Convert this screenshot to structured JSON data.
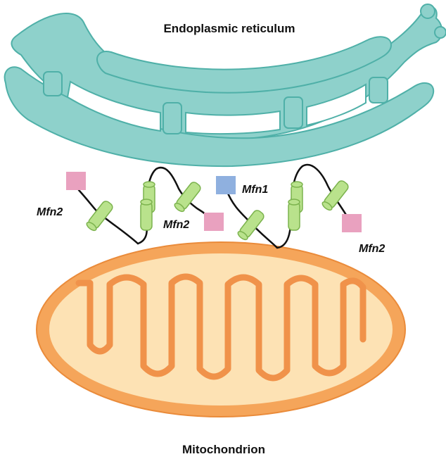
{
  "labels": {
    "er": "Endoplasmic reticulum",
    "mito": "Mitochondrion",
    "mfn2_left": "Mfn2",
    "mfn2_mid": "Mfn2",
    "mfn1": "Mfn1",
    "mfn2_right": "Mfn2"
  },
  "colors": {
    "er_fill": "#8ed1cb",
    "er_stroke": "#4fb0a8",
    "mito_outer": "#f5a55a",
    "mito_inner": "#fbe3b8",
    "cristae": "#f0924a",
    "helix": "#b9e28c",
    "tether": "#111111",
    "mfn2": "#e9a1bf",
    "mfn1": "#8fb0df"
  }
}
